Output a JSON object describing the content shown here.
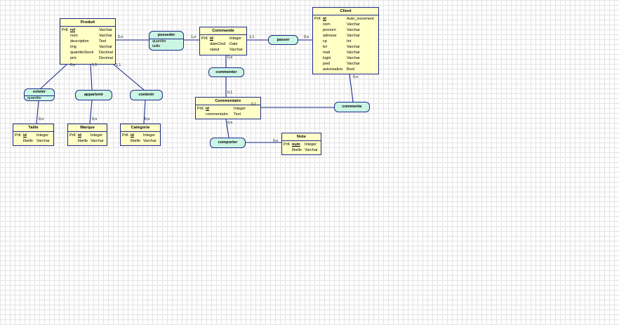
{
  "entities": {
    "produit": {
      "name": "Produit",
      "fields": [
        {
          "pk": "PrK",
          "name": "ref",
          "type": "Varchar",
          "key": true
        },
        {
          "pk": "",
          "name": "nom",
          "type": "Varchar"
        },
        {
          "pk": "",
          "name": "description",
          "type": "Text"
        },
        {
          "pk": "",
          "name": "img",
          "type": "Varchar"
        },
        {
          "pk": "",
          "name": "quantiteStock",
          "type": "Decimal"
        },
        {
          "pk": "",
          "name": "prix",
          "type": "Decimal"
        }
      ]
    },
    "commande": {
      "name": "Commande",
      "fields": [
        {
          "pk": "PrK",
          "name": "id",
          "type": "Integer",
          "key": true
        },
        {
          "pk": "",
          "name": "dateCmd",
          "type": "Date"
        },
        {
          "pk": "",
          "name": "statut",
          "type": "Varchar"
        }
      ]
    },
    "client": {
      "name": "Client",
      "fields": [
        {
          "pk": "PrK",
          "name": "id",
          "type": "Auto_increment",
          "key": true
        },
        {
          "pk": "",
          "name": "nom",
          "type": "Varchar"
        },
        {
          "pk": "",
          "name": "prenom",
          "type": "Varchar"
        },
        {
          "pk": "",
          "name": "adresse",
          "type": "Varchar"
        },
        {
          "pk": "",
          "name": "cp",
          "type": "Int"
        },
        {
          "pk": "",
          "name": "tel",
          "type": "Varchar"
        },
        {
          "pk": "",
          "name": "mail",
          "type": "Varchar"
        },
        {
          "pk": "",
          "name": "login",
          "type": "Varchar"
        },
        {
          "pk": "",
          "name": "pwd",
          "type": "Varchar"
        },
        {
          "pk": "",
          "name": "autorisation",
          "type": "Bool"
        }
      ]
    },
    "commentaire": {
      "name": "Commentaire",
      "fields": [
        {
          "pk": "PrK",
          "name": "id",
          "type": "Integer",
          "key": true
        },
        {
          "pk": "",
          "name": "commentaire",
          "type": "Text"
        }
      ]
    },
    "taille": {
      "name": "Taille",
      "fields": [
        {
          "pk": "PrK",
          "name": "id",
          "type": "Integer",
          "key": true
        },
        {
          "pk": "",
          "name": "libelle",
          "type": "Varchar"
        }
      ]
    },
    "marque": {
      "name": "Marque",
      "fields": [
        {
          "pk": "PrK",
          "name": "id",
          "type": "Integer",
          "key": true
        },
        {
          "pk": "",
          "name": "libelle",
          "type": "Varchar"
        }
      ]
    },
    "categorie": {
      "name": "Catégorie",
      "fields": [
        {
          "pk": "PrK",
          "name": "id",
          "type": "Integer",
          "key": true
        },
        {
          "pk": "",
          "name": "libelle",
          "type": "Varchar"
        }
      ]
    },
    "note": {
      "name": "Note",
      "fields": [
        {
          "pk": "PrK",
          "name": "num",
          "type": "Integer",
          "key": true
        },
        {
          "pk": "",
          "name": "libelle",
          "type": "Varchar"
        }
      ]
    }
  },
  "relations": {
    "posseder": {
      "name": "posseder",
      "attrs": [
        "quantite",
        "taille"
      ]
    },
    "passer": {
      "name": "passer",
      "attrs": []
    },
    "commenter": {
      "name": "commenter",
      "attrs": []
    },
    "commente": {
      "name": "commente",
      "attrs": []
    },
    "comporter": {
      "name": "comporter",
      "attrs": []
    },
    "exister": {
      "name": "exister",
      "attrs": [
        "quantite"
      ]
    },
    "appartenir": {
      "name": "appartenir",
      "attrs": []
    },
    "contenir": {
      "name": "contenir",
      "attrs": []
    }
  },
  "cardinalities": {
    "produit_posseder": "0,n",
    "commande_posseder": "1,n",
    "commande_passer": "1,1",
    "client_passer": "0,n",
    "commande_commenter": "0,n",
    "commentaire_commenter": "0,1",
    "commentaire_commente": "0,1",
    "client_commente": "0,n",
    "commentaire_comporter": "0,n",
    "note_comporter": "0,n",
    "produit_exister": "0,n",
    "taille_exister": "0,n",
    "produit_appartenir": "1,1",
    "marque_appartenir": "0,n",
    "produit_contenir": "1,1",
    "categorie_contenir": "0,n"
  },
  "colors": {
    "border": "#1d2a8a",
    "entity_fill": "#ffffc6",
    "relation_fill": "#cbf5e4",
    "grid": "#e3e3e3"
  }
}
